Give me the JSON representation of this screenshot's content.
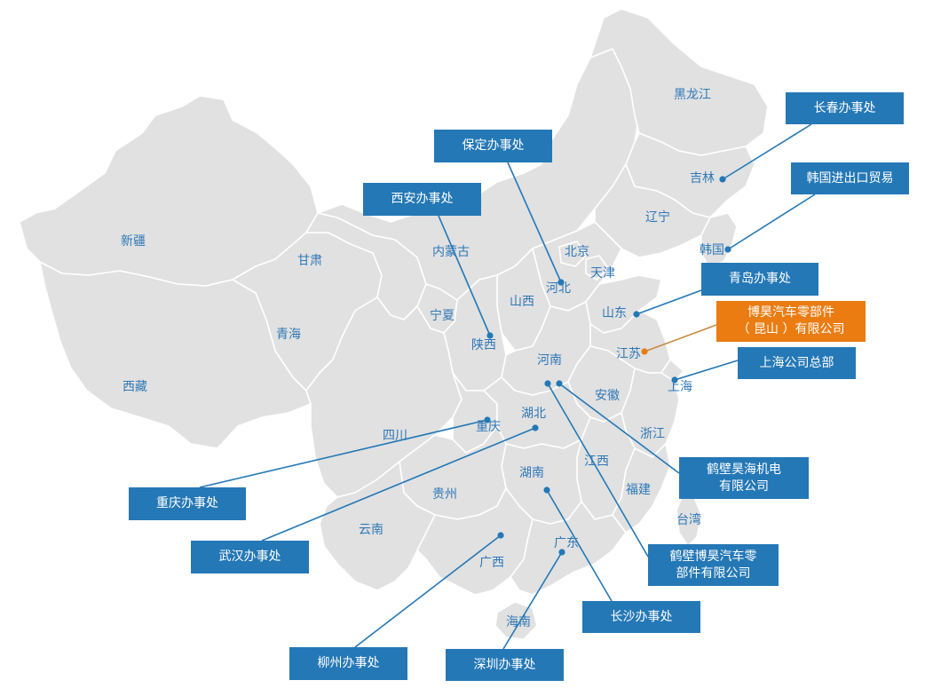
{
  "colors": {
    "office_blue": "#2478b6",
    "highlight_orange": "#ea7c12",
    "region_gray": "#e1e1e1",
    "label_blue": "#2f78b7"
  },
  "provinces": {
    "heilongjiang": "黑龙江",
    "jilin": "吉林",
    "liaoning": "辽宁",
    "korea": "韩国",
    "xinjiang": "新疆",
    "gansu": "甘肃",
    "neimenggu": "内蒙古",
    "beijing": "北京",
    "tianjin": "天津",
    "hebei": "河北",
    "shanxi": "山西",
    "ningxia": "宁夏",
    "shandong": "山东",
    "qinghai": "青海",
    "shaanxi": "陕西",
    "henan": "河南",
    "jiangsu": "江苏",
    "xizang": "西藏",
    "anhui": "安徽",
    "shanghai": "上海",
    "hubei": "湖北",
    "chongqing": "重庆",
    "sichuan": "四川",
    "zhejiang": "浙江",
    "jiangxi": "江西",
    "hunan": "湖南",
    "guizhou": "贵州",
    "fujian": "福建",
    "taiwan": "台湾",
    "yunnan": "云南",
    "guangdong": "广东",
    "guangxi": "广西",
    "hainan": "海南"
  },
  "offices": {
    "changchun": "长春办事处",
    "baoding": "保定办事处",
    "korea_trade": "韩国进出口贸易",
    "xian": "西安办事处",
    "qingdao": "青岛办事处",
    "kunshan_line1": "博昊汽车零部件",
    "kunshan_line2": "（ 昆山 ）有限公司",
    "shanghai_hq": "上海公司总部",
    "hebi_haohai_line1": "鹤壁昊海机电",
    "hebi_haohai_line2": "有限公司",
    "chongqing": "重庆办事处",
    "wuhan": "武汉办事处",
    "hebi_bohao_line1": "鹤壁博昊汽车零",
    "hebi_bohao_line2": "部件有限公司",
    "changsha": "长沙办事处",
    "liuzhou": "柳州办事处",
    "shenzhen": "深圳办事处"
  }
}
